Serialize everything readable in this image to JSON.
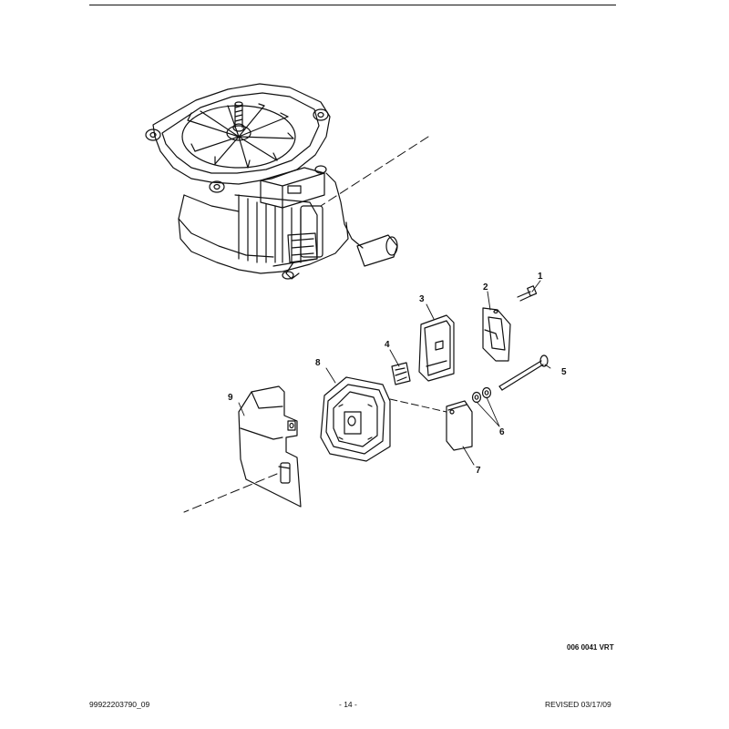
{
  "callouts": [
    {
      "id": "1",
      "label": "1"
    },
    {
      "id": "2",
      "label": "2"
    },
    {
      "id": "3",
      "label": "3"
    },
    {
      "id": "4",
      "label": "4"
    },
    {
      "id": "5",
      "label": "5"
    },
    {
      "id": "6",
      "label": "6"
    },
    {
      "id": "7",
      "label": "7"
    },
    {
      "id": "8",
      "label": "8"
    },
    {
      "id": "9",
      "label": "9"
    }
  ],
  "drawing_code": "006 0041 VRT",
  "footer": {
    "doc_number": "99922203790_09",
    "page": "- 14 -",
    "revised": "REVISED 03/17/09"
  }
}
